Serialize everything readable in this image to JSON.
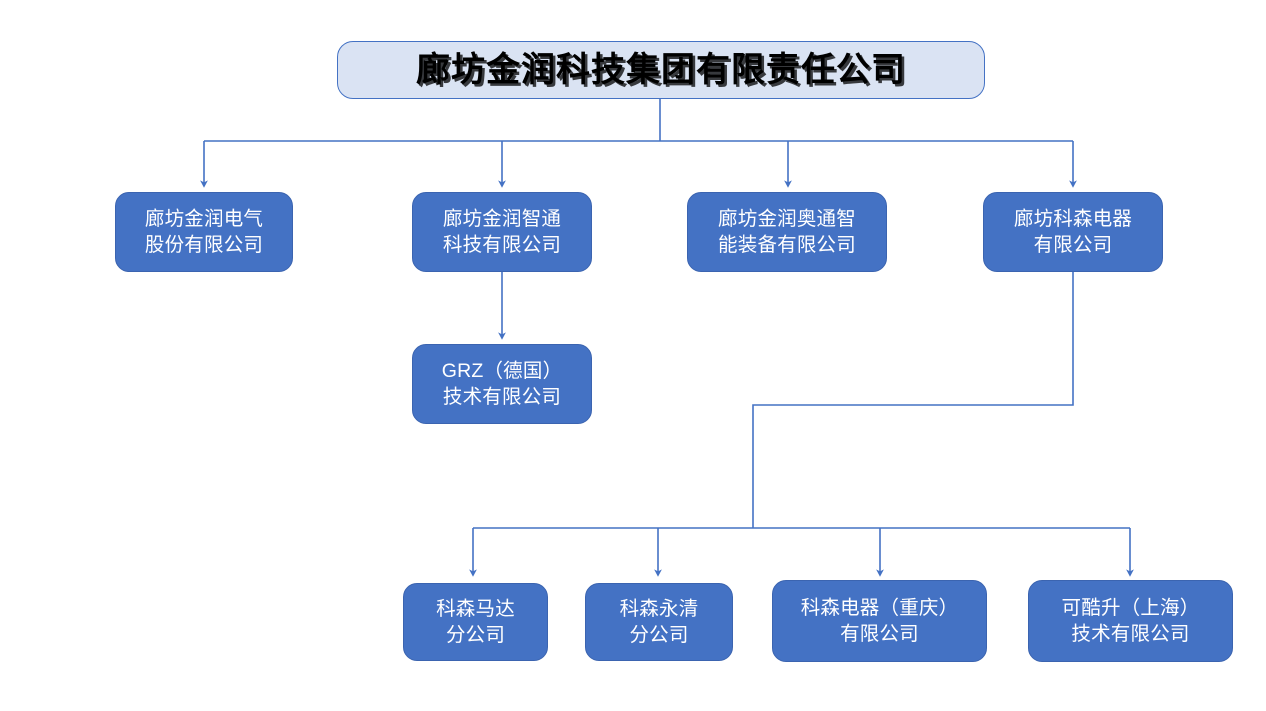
{
  "diagram": {
    "type": "org-chart",
    "title_node": {
      "id": "root",
      "label": "廊坊金润科技集团有限责任公司"
    },
    "colors": {
      "node_fill": "#4472C4",
      "node_text": "#FFFFFF",
      "root_fill": "#DAE3F3",
      "root_text": "#000000",
      "connector": "#4472C4",
      "background": "#FFFFFF"
    },
    "level2": [
      {
        "id": "dianqi",
        "label": "廊坊金润电气\n股份有限公司"
      },
      {
        "id": "zhitong",
        "label": "廊坊金润智通\n科技有限公司"
      },
      {
        "id": "aotong",
        "label": "廊坊金润奥通智\n能装备有限公司"
      },
      {
        "id": "kesen",
        "label": "廊坊科森电器\n有限公司"
      }
    ],
    "level3_zhitong": [
      {
        "id": "grz",
        "label": "GRZ（德国）\n技术有限公司"
      }
    ],
    "level3_kesen": [
      {
        "id": "keshen-mada",
        "label": "科森马达\n分公司"
      },
      {
        "id": "keshen-yongqing",
        "label": "科森永清\n分公司"
      },
      {
        "id": "keshen-chongqing",
        "label": "科森电器（重庆）\n有限公司"
      },
      {
        "id": "kekusheng-shanghai",
        "label": "可酷升（上海）\n技术有限公司"
      }
    ]
  }
}
